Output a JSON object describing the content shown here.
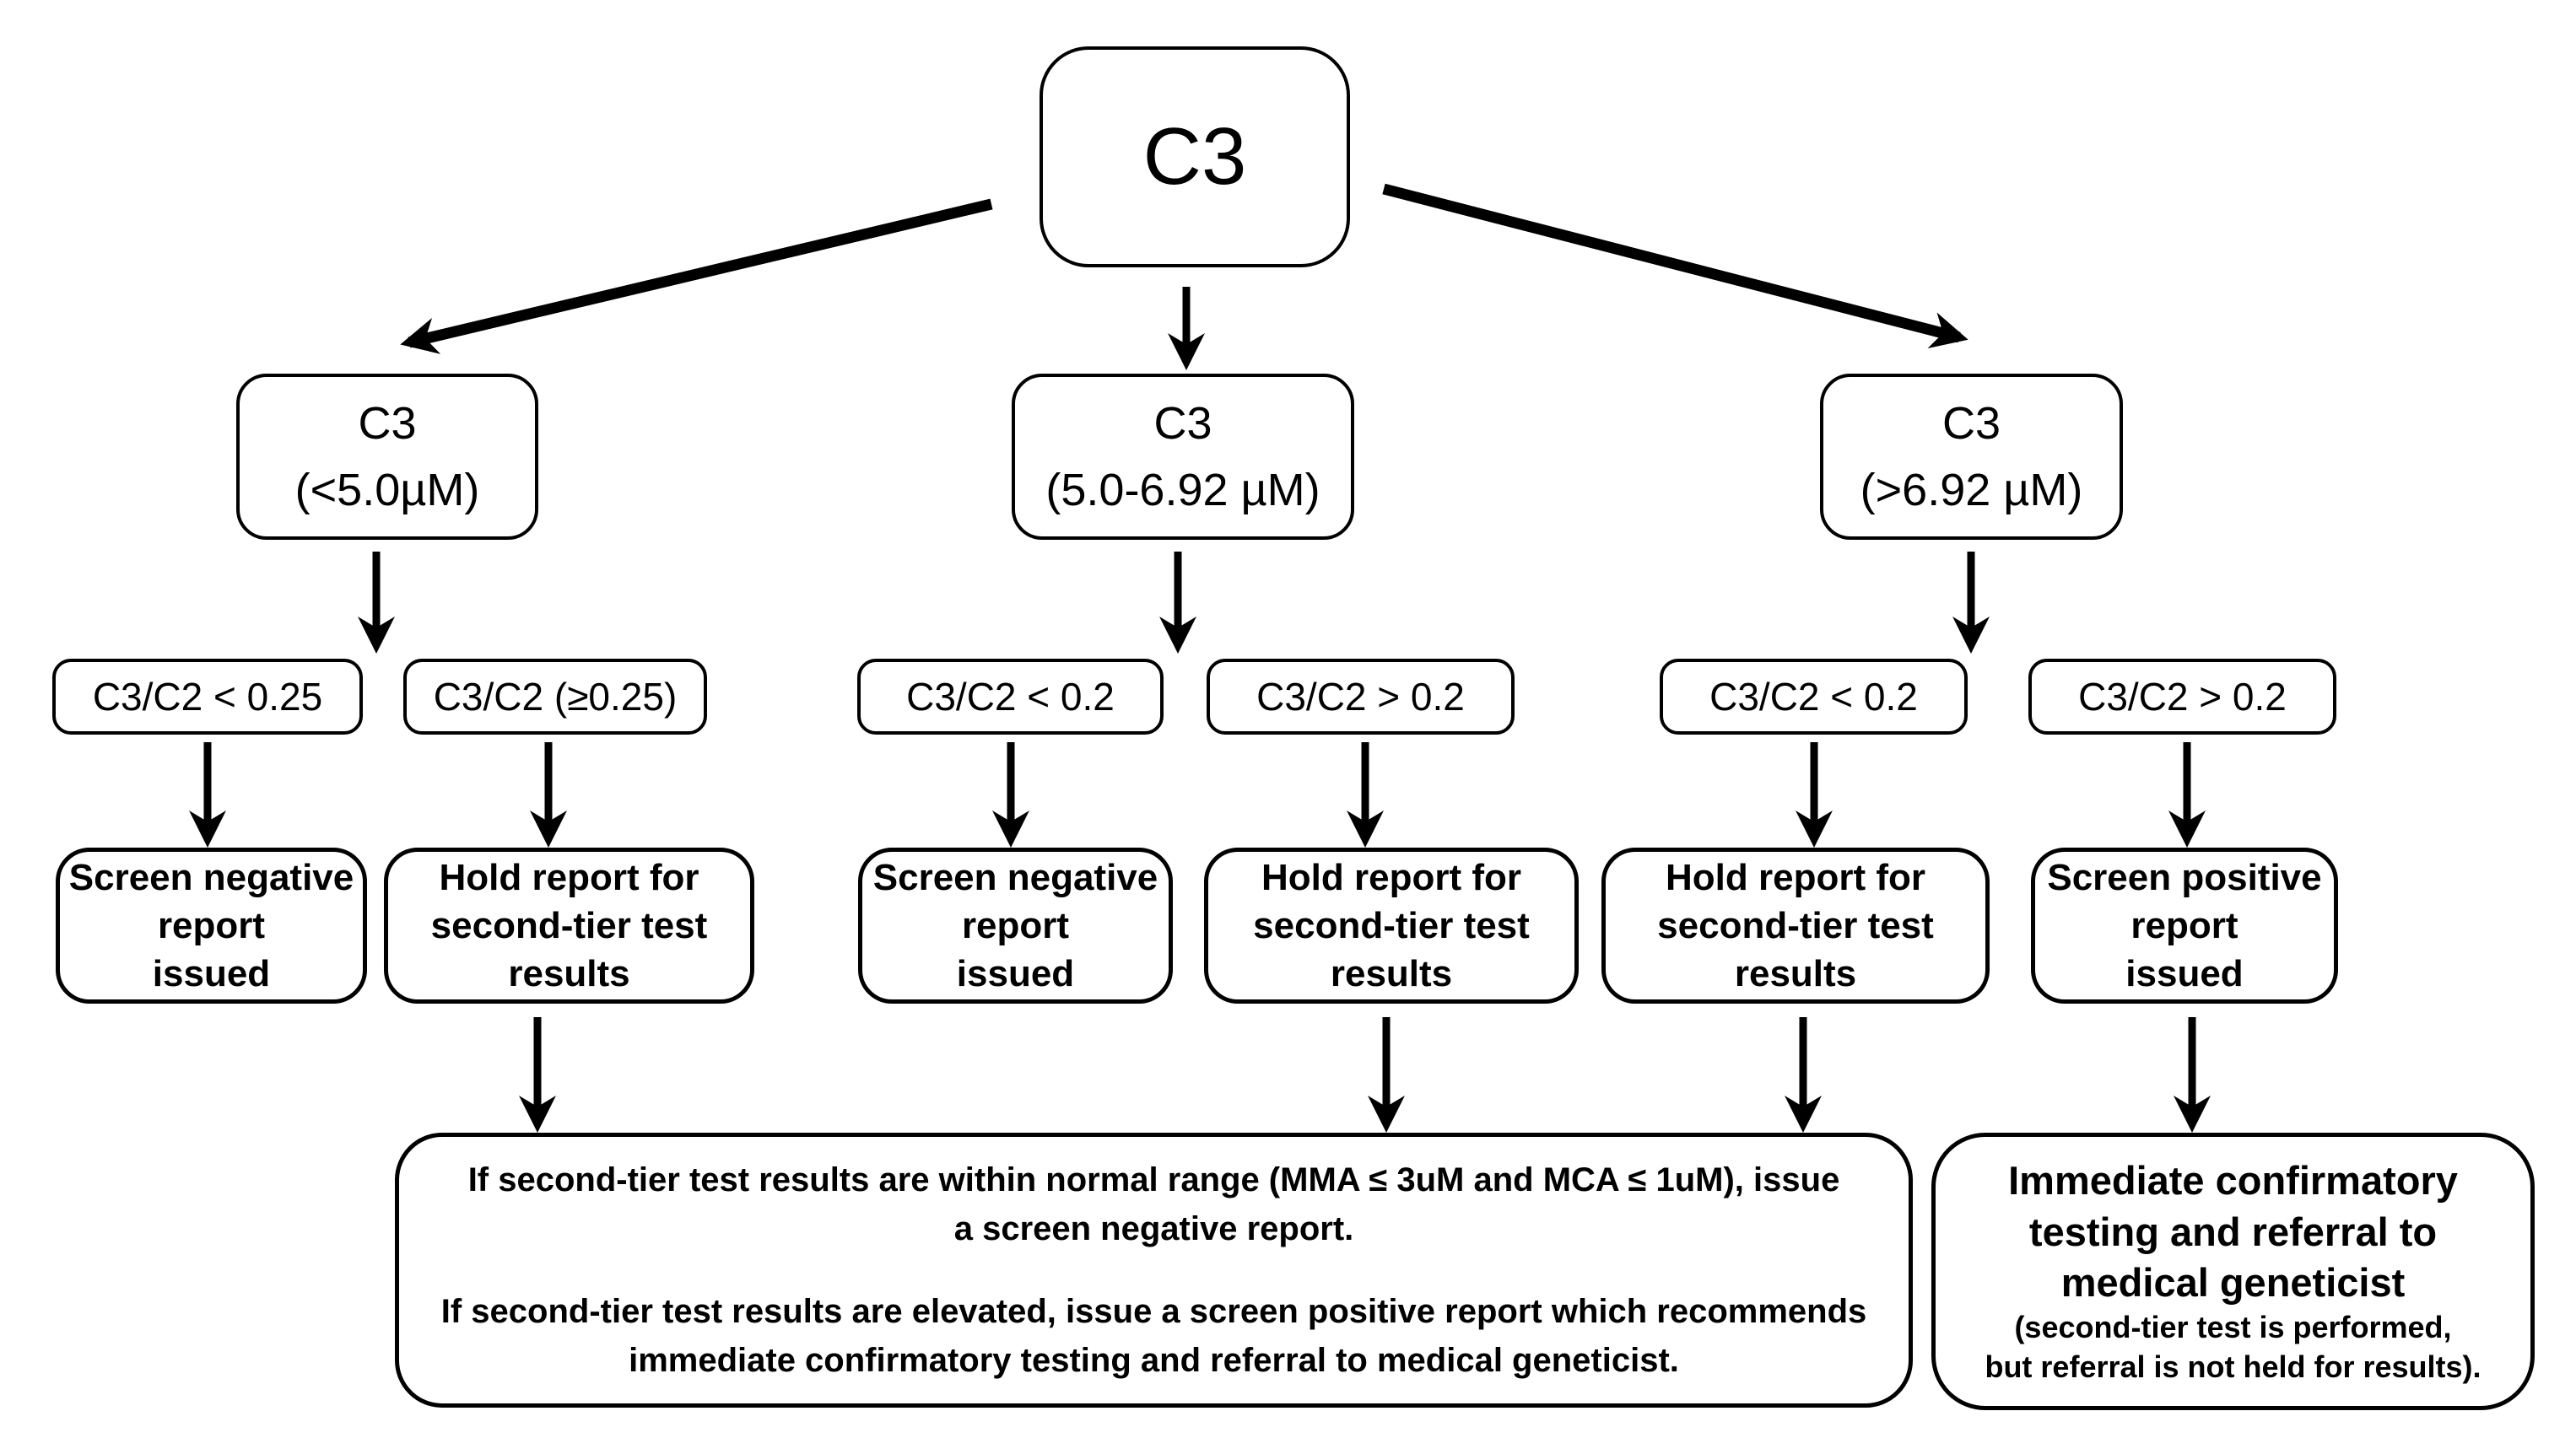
{
  "diagram": {
    "title_node": "C3",
    "nodes": {
      "root": {
        "text": "C3"
      },
      "low": {
        "text": "C3\n(<5.0µM)"
      },
      "mid": {
        "text": "C3\n(5.0-6.92 µM)"
      },
      "high": {
        "text": "C3\n(>6.92 µM)"
      },
      "ratio_low_neg": {
        "text": "C3/C2 < 0.25"
      },
      "ratio_low_pos": {
        "text": "C3/C2 (≥0.25)"
      },
      "ratio_mid_neg": {
        "text": "C3/C2 < 0.2"
      },
      "ratio_mid_pos": {
        "text": "C3/C2 > 0.2"
      },
      "ratio_high_neg": {
        "text": "C3/C2 < 0.2"
      },
      "ratio_high_pos": {
        "text": "C3/C2 > 0.2"
      },
      "out_low_neg": {
        "text": "Screen negative\nreport\nissued"
      },
      "out_low_hold": {
        "text": "Hold report for\nsecond-tier test\nresults"
      },
      "out_mid_neg": {
        "text": "Screen negative\nreport\nissued"
      },
      "out_mid_hold": {
        "text": "Hold report for\nsecond-tier test\nresults"
      },
      "out_high_hold": {
        "text": "Hold report for\nsecond-tier test\nresults"
      },
      "out_high_pos": {
        "text": "Screen positive\nreport\nissued"
      },
      "second_tier": {
        "para1": "If second-tier test results are within normal range (MMA ≤ 3uM and MCA ≤ 1uM), issue\na screen negative report.",
        "para2": "If second-tier test results are elevated, issue a screen positive report which recommends\nimmediate confirmatory testing and referral to medical geneticist."
      },
      "confirmatory": {
        "main": "Immediate confirmatory\ntesting and referral to\nmedical geneticist",
        "note": "(second-tier test is performed,\nbut referral is not held for results)."
      }
    },
    "colors": {
      "line": "#000000",
      "box_fill": "#ffffff",
      "text": "#000000"
    }
  }
}
